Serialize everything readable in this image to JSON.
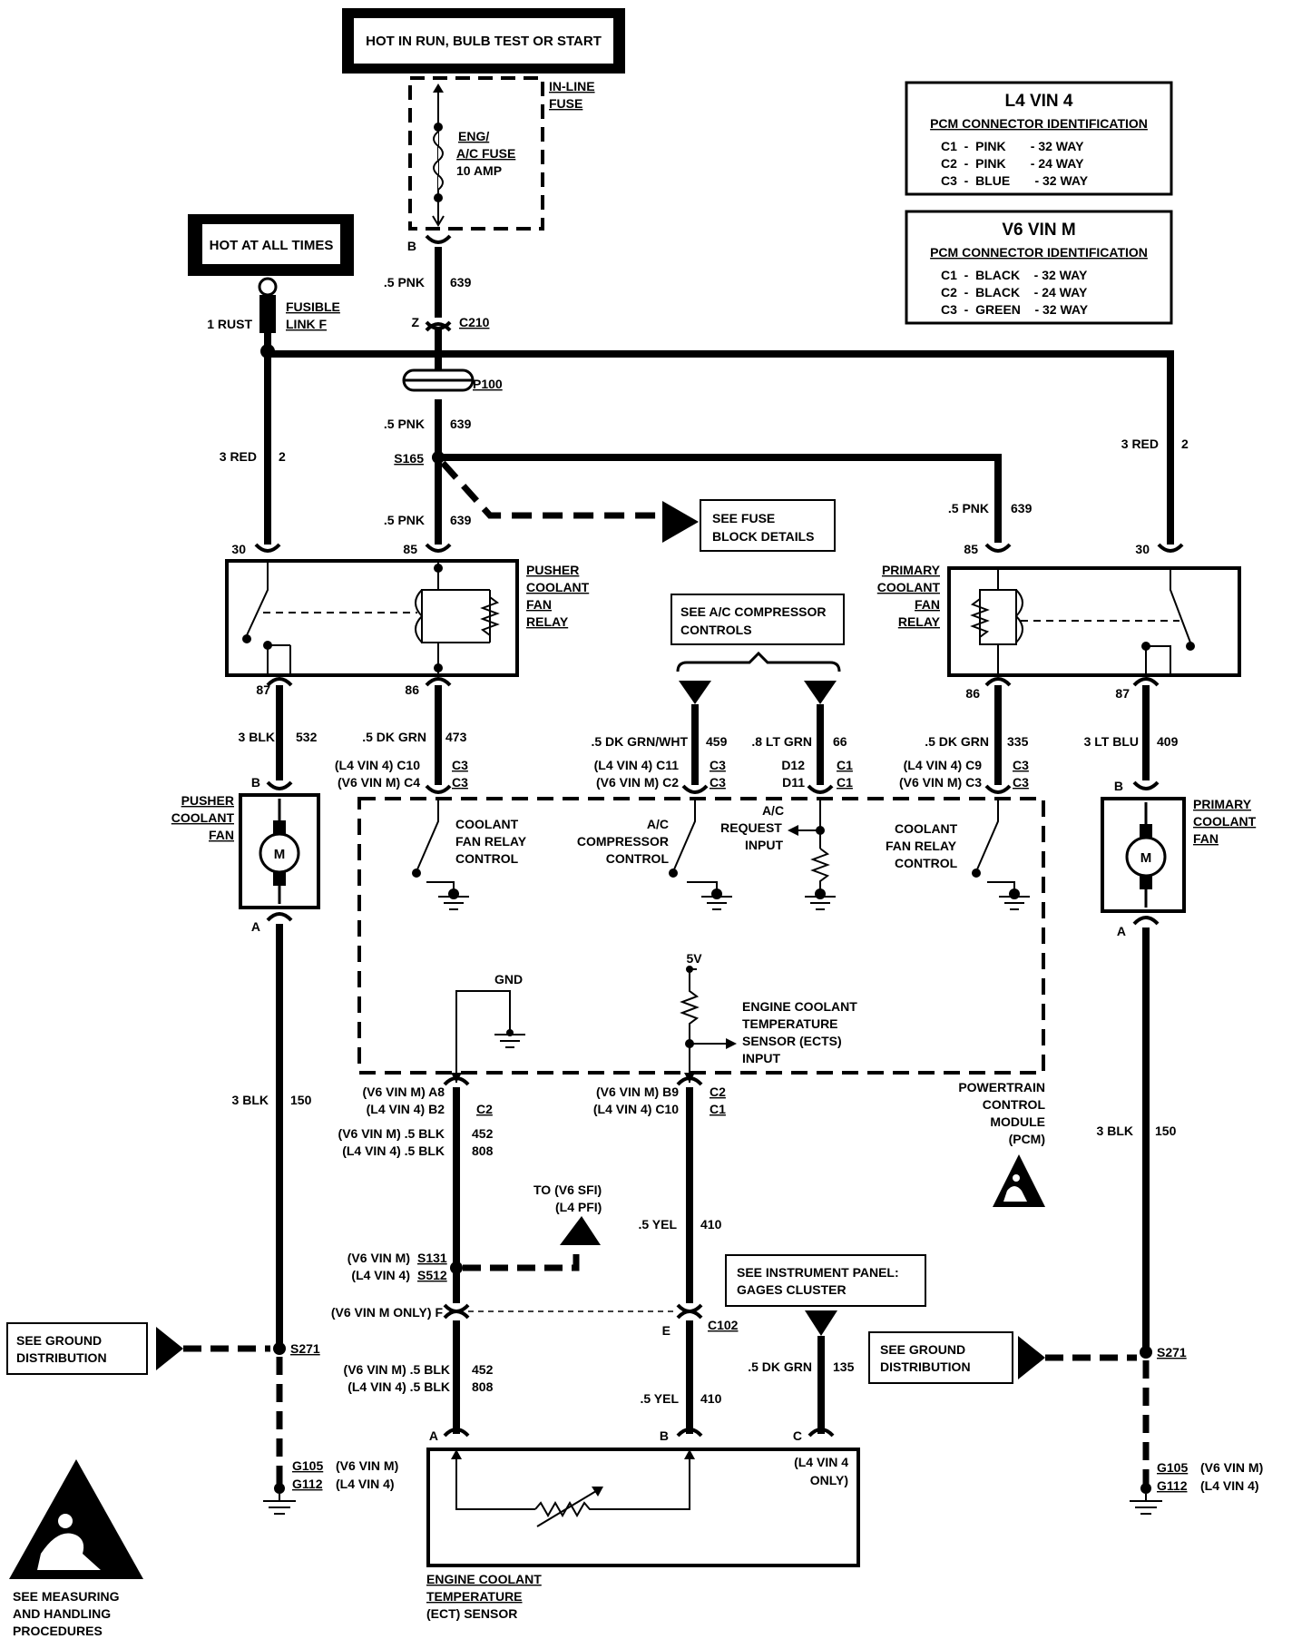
{
  "labels": {
    "hot_run": "HOT IN RUN, BULB TEST OR START",
    "hot_all": "HOT AT ALL TIMES",
    "inline_fuse_1": "IN-LINE",
    "inline_fuse_2": "FUSE",
    "fuse_1": "ENG/",
    "fuse_2": "A/C FUSE",
    "fuse_3": "10 AMP",
    "l4_title": "L4  VIN 4",
    "l4_sub": "PCM CONNECTOR IDENTIFICATION",
    "l4_r1": "C1  -  PINK       - 32 WAY",
    "l4_r2": "C2  -  PINK       - 24 WAY",
    "l4_r3": "C3  -  BLUE       - 32 WAY",
    "v6_title": "V6  VIN M",
    "v6_sub": "PCM CONNECTOR IDENTIFICATION",
    "v6_r1": "C1  -  BLACK    - 32 WAY",
    "v6_r2": "C2  -  BLACK    - 24 WAY",
    "v6_r3": "C3  -  GREEN    - 32 WAY",
    "pin_b_top": "B",
    "w639a_size": ".5 PNK",
    "w639a_num": "639",
    "z": "Z",
    "c210": "C210",
    "rust": "1 RUST",
    "fusible_1": "FUSIBLE",
    "fusible_2": "LINK F",
    "p100": "P100",
    "w639b_size": ".5 PNK",
    "w639b_num": "639",
    "red_l_size": "3 RED",
    "red_l_num": "2",
    "s165": "S165",
    "w639c_size": ".5 PNK",
    "w639c_num": "639",
    "fuse_block_1": "SEE FUSE",
    "fuse_block_2": "BLOCK DETAILS",
    "red_r_size": "3 RED",
    "red_r_num": "2",
    "w639d_size": ".5 PNK",
    "w639d_num": "639",
    "pin30l": "30",
    "pin85l": "85",
    "pin85r": "85",
    "pin30r": "30",
    "pusher_relay_1": "PUSHER",
    "pusher_relay_2": "COOLANT",
    "pusher_relay_3": "FAN",
    "pusher_relay_4": "RELAY",
    "primary_relay_1": "PRIMARY",
    "primary_relay_2": "COOLANT",
    "primary_relay_3": "FAN",
    "primary_relay_4": "RELAY",
    "ac_ctrl_1": "SEE A/C COMPRESSOR",
    "ac_ctrl_2": "CONTROLS",
    "pin87l": "87",
    "pin86l": "86",
    "pin86r": "86",
    "pin87r": "87",
    "w532_size": "3 BLK",
    "w532_num": "532",
    "w473_size": ".5 DK GRN",
    "w473_num": "473",
    "w459_size": ".5 DK GRN/WHT",
    "w459_num": "459",
    "w66_size": ".8 LT GRN",
    "w66_num": "66",
    "w335_size": ".5 DK GRN",
    "w335_num": "335",
    "w409_size": "3 LT BLU",
    "w409_num": "409",
    "c10_l4": "(L4  VIN 4)  C10",
    "c4_v6": "(V6  VIN M)  C4",
    "c3a": "C3",
    "c3b": "C3",
    "c11_l4": "(L4  VIN 4)  C11",
    "c2_v6": "(V6  VIN M)  C2",
    "c3c": "C3",
    "c3d": "C3",
    "d12": "D12",
    "d11": "D11",
    "c1a": "C1",
    "c1b": "C1",
    "c9_l4": "(L4  VIN 4)  C9",
    "c3_v6": "(V6  VIN M)  C3",
    "c3e": "C3",
    "c3f": "C3",
    "pin_b_pfan": "B",
    "pin_b_rfan": "B",
    "pusher_fan_1": "PUSHER",
    "pusher_fan_2": "COOLANT",
    "pusher_fan_3": "FAN",
    "primary_fan_1": "PRIMARY",
    "primary_fan_2": "COOLANT",
    "primary_fan_3": "FAN",
    "motor": "M",
    "cfrc_l_1": "COOLANT",
    "cfrc_l_2": "FAN RELAY",
    "cfrc_l_3": "CONTROL",
    "acc_1": "A/C",
    "acc_2": "COMPRESSOR",
    "acc_3": "CONTROL",
    "acr_1": "A/C",
    "acr_2": "REQUEST",
    "acr_3": "INPUT",
    "cfrc_r_1": "COOLANT",
    "cfrc_r_2": "FAN RELAY",
    "cfrc_r_3": "CONTROL",
    "v5": "5V",
    "gnd": "GND",
    "ects_1": "ENGINE COOLANT",
    "ects_2": "TEMPERATURE",
    "ects_3": "SENSOR (ECTS)",
    "ects_4": "INPUT",
    "pin_a_pfan": "A",
    "pin_a_rfan": "A",
    "w150l_size": "3 BLK",
    "w150l_num": "150",
    "w150r_size": "3 BLK",
    "w150r_num": "150",
    "a8": "(V6  VIN M)  A8",
    "b2": "(L4  VIN 4)  B2",
    "c2a": "C2",
    "b9": "(V6  VIN M)  B9",
    "c10b": "(L4  VIN 4)  C10",
    "c2b": "C2",
    "c1c": "C1",
    "pcm_1": "POWERTRAIN",
    "pcm_2": "CONTROL",
    "pcm_3": "MODULE",
    "pcm_4": "(PCM)",
    "w452a": "(V6  VIN M)  .5 BLK",
    "w808a": "(L4  VIN 4)  .5 BLK",
    "w452a_num": "452",
    "w808a_num": "808",
    "to_sfi_1": "TO (V6  SFI)",
    "to_sfi_2": "(L4  PFI)",
    "w410a_size": ".5 YEL",
    "w410a_num": "410",
    "s131_l": "(V6  VIN M)",
    "s131": "S131",
    "s512_l": "(L4  VIN 4)",
    "s512": "S512",
    "ip_1": "SEE INSTRUMENT PANEL:",
    "ip_2": "GAGES CLUSTER",
    "v6only": "(V6  VIN M  ONLY)  F",
    "pin_e": "E",
    "c102": "C102",
    "gd_l_1": "SEE GROUND",
    "gd_l_2": "DISTRIBUTION",
    "gd_r_1": "SEE GROUND",
    "gd_r_2": "DISTRIBUTION",
    "s271l": "S271",
    "s271r": "S271",
    "w452b": "(V6  VIN M)  .5 BLK",
    "w808b": "(L4  VIN 4)  .5 BLK",
    "w452b_num": "452",
    "w808b_num": "808",
    "w135_size": ".5 DK GRN",
    "w135_num": "135",
    "w410b_size": ".5 YEL",
    "w410b_num": "410",
    "pin_a_s": "A",
    "pin_b_s": "B",
    "pin_c_s": "C",
    "l4only_1": "(L4  VIN 4",
    "l4only_2": "ONLY)",
    "g105l": "G105",
    "g105l_t": "(V6  VIN M)",
    "g112l": "G112",
    "g112l_t": "(L4  VIN 4)",
    "g105r": "G105",
    "g105r_t": "(V6  VIN M)",
    "g112r": "G112",
    "g112r_t": "(L4  VIN 4)",
    "ect_1": "ENGINE COOLANT",
    "ect_2": "TEMPERATURE",
    "ect_3": "(ECT) SENSOR",
    "meas_1": "SEE MEASURING",
    "meas_2": "AND HANDLING",
    "meas_3": "PROCEDURES"
  }
}
